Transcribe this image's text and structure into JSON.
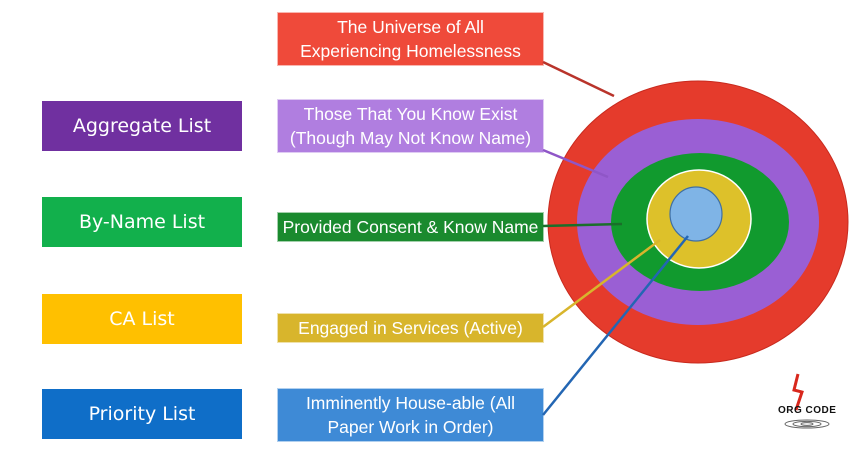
{
  "lists": [
    {
      "label": "Aggregate List",
      "color": "#7030a0"
    },
    {
      "label": "By-Name List",
      "color": "#12b04c"
    },
    {
      "label": "CA List",
      "color": "#ffc000"
    },
    {
      "label": "Priority List",
      "color": "#0f6ec8"
    }
  ],
  "descriptions": [
    {
      "text": "The Universe of All\nExperiencing Homelessness",
      "color": "#ef4a3a"
    },
    {
      "text": "Those That You Know Exist\n(Though May Not Know Name)",
      "color": "#b07ee0"
    },
    {
      "text": "Provided Consent & Know Name",
      "color": "#1a8a2e"
    },
    {
      "text": "Engaged in Services (Active)",
      "color": "#d8b52c"
    },
    {
      "text": "Imminently House-able (All\nPaper Work in Order)",
      "color": "#3e8ad6"
    }
  ],
  "rings": [
    {
      "name": "red",
      "color": "#e53b2c"
    },
    {
      "name": "purple",
      "color": "#9a5fd4"
    },
    {
      "name": "green",
      "color": "#119a2e"
    },
    {
      "name": "yellow",
      "color": "#ddc12a"
    },
    {
      "name": "blue",
      "color": "#7fb4e6"
    }
  ],
  "logo": {
    "text": "ORG CODE"
  }
}
